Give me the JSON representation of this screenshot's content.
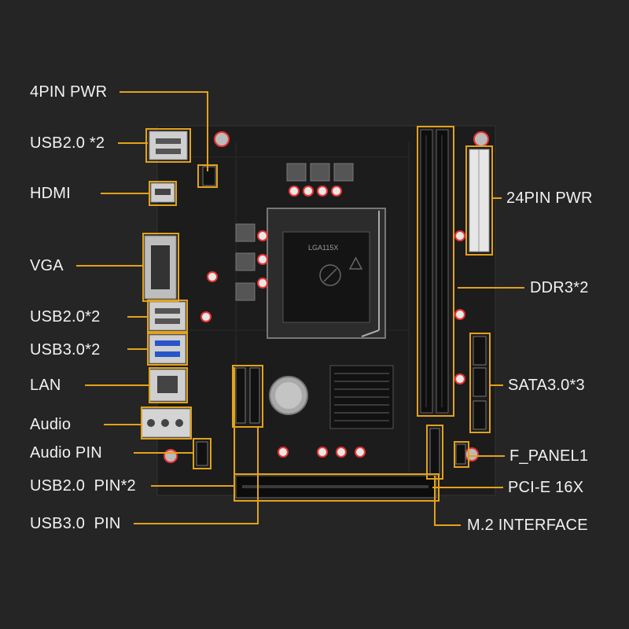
{
  "colors": {
    "background": "#252525",
    "board": "#1b1b1b",
    "callout": "#e3a21a",
    "label_text": "#f2f2f2"
  },
  "socket_marking": "LGA115X",
  "labels": {
    "pwr4": "4PIN PWR",
    "usb2_top": "USB2.0 *2",
    "hdmi": "HDMI",
    "vga": "VGA",
    "usb2_mid": "USB2.0*2",
    "usb3": "USB3.0*2",
    "lan": "LAN",
    "audio": "Audio",
    "audio_pin": "Audio PIN",
    "usb2_pin": "USB2.0  PIN*2",
    "usb3_pin": "USB3.0  PIN",
    "pwr24": "24PIN PWR",
    "ddr3": "DDR3*2",
    "sata": "SATA3.0*3",
    "fpanel": "F_PANEL1",
    "pcie": "PCI-E 16X",
    "m2": "M.2 INTERFACE"
  }
}
